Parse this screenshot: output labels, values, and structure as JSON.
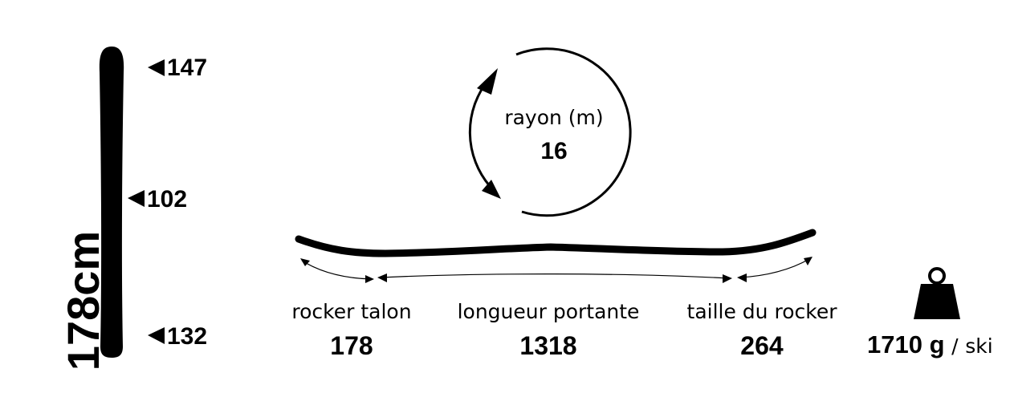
{
  "ski": {
    "length": "178cm",
    "widths": {
      "tip": "147",
      "waist": "102",
      "tail": "132"
    }
  },
  "radius": {
    "label": "rayon (m)",
    "value": "16"
  },
  "profile": {
    "tail_rocker": {
      "label": "rocker talon",
      "value": "178"
    },
    "effective_edge": {
      "label": "longueur portante",
      "value": "1318"
    },
    "tip_rocker": {
      "label": "taille du rocker",
      "value": "264"
    }
  },
  "weight": {
    "value": "1710 g",
    "separator": "/",
    "unit": "ski"
  },
  "icons": {
    "weight": "weight-icon",
    "radius": "radius-arrows-icon"
  }
}
